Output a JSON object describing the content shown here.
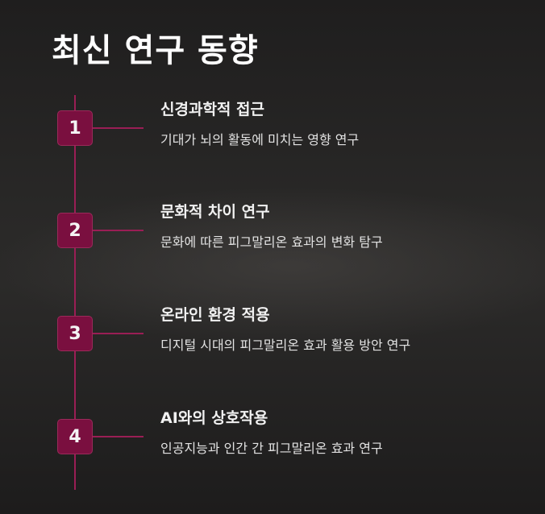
{
  "page": {
    "title": "최신 연구 동향"
  },
  "timeline": {
    "items": [
      {
        "number": "1",
        "title": "신경과학적 접근",
        "description": "기대가 뇌의 활동에 미치는 영향 연구"
      },
      {
        "number": "2",
        "title": "문화적 차이 연구",
        "description": "문화에 따른 피그말리온 효과의 변화 탐구"
      },
      {
        "number": "3",
        "title": "온라인 환경 적용",
        "description": "디지털 시대의 피그말리온 효과 활용 방안 연구"
      },
      {
        "number": "4",
        "title": "AI와의 상호작용",
        "description": "인공지능과 인간 간 피그말리온 효과 연구"
      }
    ]
  },
  "colors": {
    "accent": "#7a0f3f",
    "line": "#9a1e55",
    "background": "#242323"
  }
}
